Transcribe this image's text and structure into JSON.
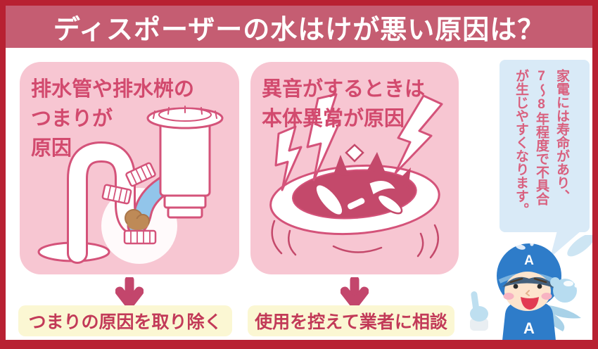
{
  "title": "ディスポーザーの水はけが悪い原因は？",
  "panels": [
    {
      "heading_lines": [
        "排水管や排水桝の",
        "つまりが",
        "原因"
      ],
      "illustration": "clogged-drain-pipe",
      "action_label": "つまりの原因を取り除く"
    },
    {
      "heading_lines": [
        "異音がするときは",
        "本体異常が原因"
      ],
      "illustration": "noisy-disposer",
      "action_label": "使用を控えて業者に相談"
    }
  ],
  "side_note": {
    "lines": [
      "家電には寿命があり、",
      "7～8年程度で不具合",
      "が生じやすくなります。"
    ]
  },
  "mascot": {
    "badge_letter": "A"
  },
  "colors": {
    "frame_red": "#b82132",
    "title_band_rose": "#c55d72",
    "panel_pink": "#f7c6d2",
    "heading_pink": "#d24a6e",
    "action_box_cream": "#fbf7d3",
    "action_text_crimson": "#c23a58",
    "arrow_raspberry": "#c3466c",
    "bubble_blue": "#d9eaf7",
    "bubble_text_pink": "#d9617f",
    "mascot_blue": "#2e7cc9",
    "pipe_blue": "#92c5ea",
    "clog_brown": "#be8a57"
  }
}
